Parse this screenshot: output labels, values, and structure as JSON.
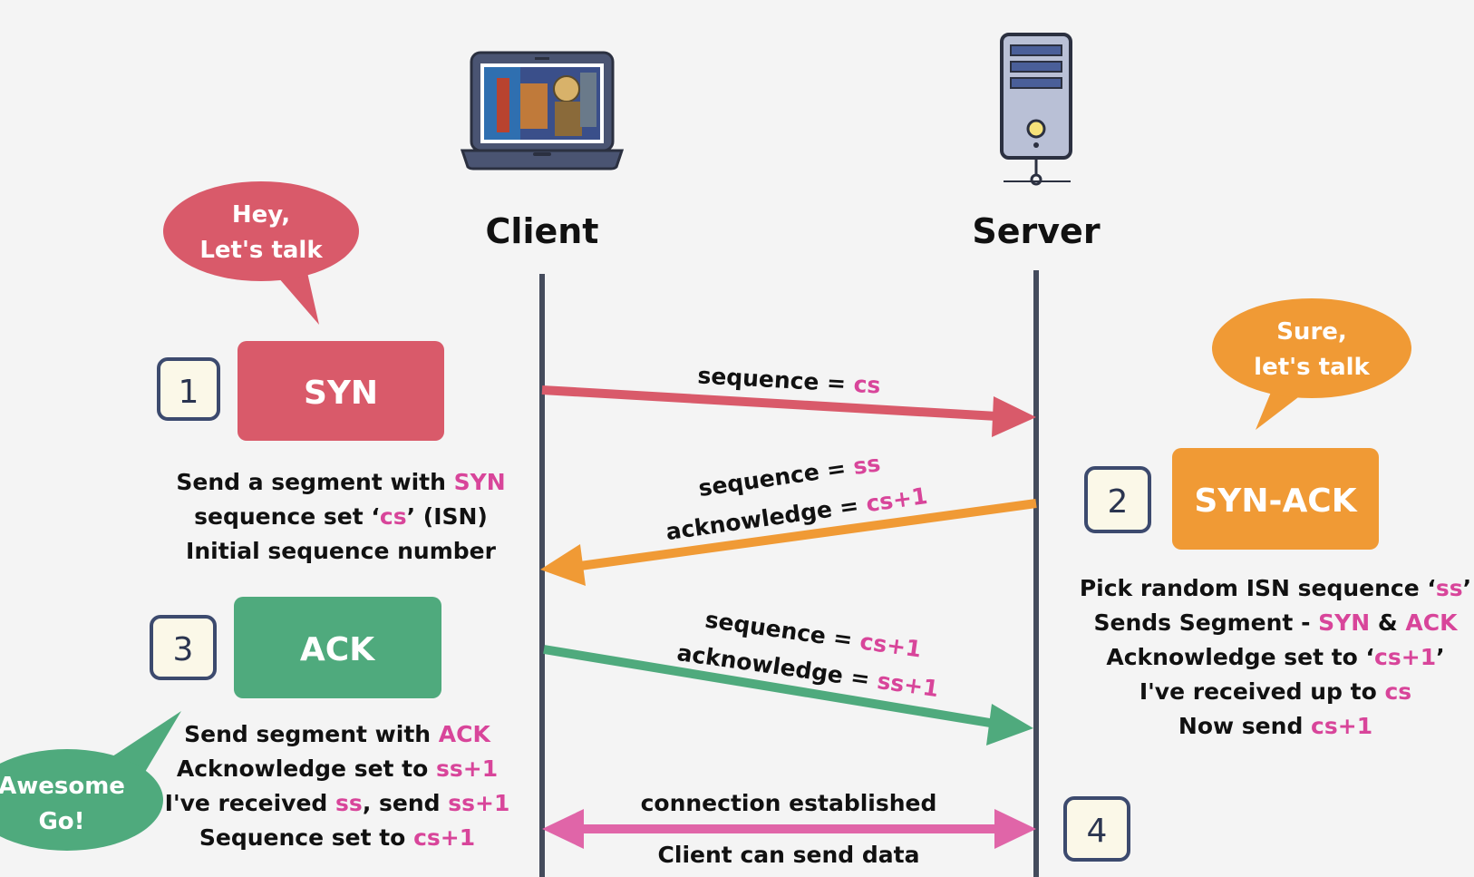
{
  "colors": {
    "syn": "#d95a6a",
    "synack": "#f09a35",
    "ack": "#4faa7d",
    "established": "#e065a8",
    "highlight": "#d8459a",
    "lifeline": "#444b5c",
    "badge_border": "#3c4a6e",
    "badge_fill": "#fbf8e8"
  },
  "icons": {
    "client": "laptop-icon",
    "server": "server-tower-icon"
  },
  "actors": {
    "client": "Client",
    "server": "Server"
  },
  "bubbles": {
    "client_hello": {
      "line1": "Hey,",
      "line2": "Let's talk"
    },
    "server_reply": {
      "line1": "Sure,",
      "line2": "let's talk"
    },
    "client_go": {
      "line1": "Awesome",
      "line2": "Go!"
    }
  },
  "steps": [
    {
      "number": "1",
      "label": "SYN"
    },
    {
      "number": "2",
      "label": "SYN-ACK"
    },
    {
      "number": "3",
      "label": "ACK"
    },
    {
      "number": "4"
    }
  ],
  "notes": {
    "syn": {
      "l1": "Send a segment with ",
      "l1h": "SYN",
      "l2a": "sequence set ‘",
      "l2h": "cs",
      "l2b": "’ (ISN)",
      "l3": "Initial sequence number"
    },
    "synack": {
      "l1": "Pick random ISN sequence ‘",
      "l1h": "ss",
      "l1e": "’",
      "l2": "Sends Segment - ",
      "l2h1": "SYN",
      "l2m": " & ",
      "l2h2": "ACK",
      "l3": "Acknowledge set to ‘",
      "l3h": "cs+1",
      "l3e": "’",
      "l4": "I've received up to ",
      "l4h": "cs",
      "l5": "Now send ",
      "l5h": "cs+1"
    },
    "ack": {
      "l1": "Send segment with ",
      "l1h": "ACK",
      "l2": "Acknowledge set to ",
      "l2h": "ss+1",
      "l3a": "I've received ",
      "l3h1": "ss",
      "l3b": ", send ",
      "l3h2": "ss+1",
      "l4": "Sequence set to ",
      "l4h": "cs+1"
    }
  },
  "arrows": {
    "syn": {
      "label": "sequence = ",
      "value": "cs"
    },
    "synack": {
      "label1": "sequence = ",
      "value1": "ss",
      "label2": "acknowledge = ",
      "value2": "cs+1"
    },
    "ack": {
      "label1": "sequence = ",
      "value1": "cs+1",
      "label2": "acknowledge = ",
      "value2": "ss+1"
    },
    "established": {
      "top": "connection established",
      "bottom": "Client can send data"
    }
  }
}
